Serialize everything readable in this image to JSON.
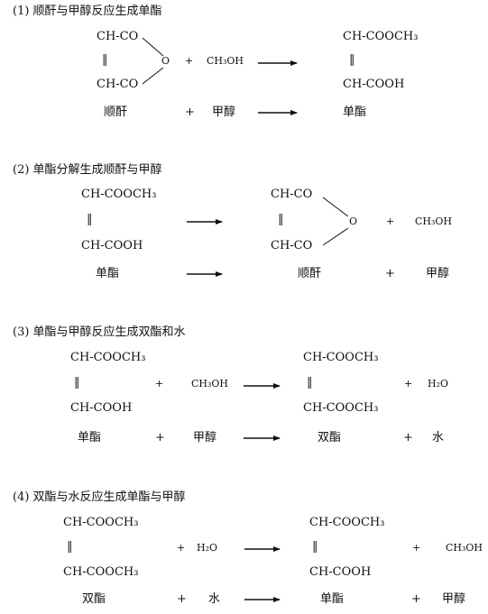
{
  "sections": [
    {
      "header": "(1)  顺酐与甲醇反应生成单酯",
      "anhydride_top": "CH-CO",
      "anhydride_bond": "‖",
      "anhydride_bottom": "CH-CO",
      "anhydride_oxygen": "O",
      "plus1": "+",
      "reagent": "CH₃OH",
      "product_top": "CH-COOCH₃",
      "product_bond": "‖",
      "product_bottom": "CH-COOH",
      "word_reactant1": "顺酐",
      "word_plus": "+",
      "word_reactant2": "甲醇",
      "word_product": "单酯"
    },
    {
      "header": "(2)  单酯分解生成顺酐与甲醇",
      "reactant_top": "CH-COOCH₃",
      "reactant_bond": "‖",
      "reactant_bottom": "CH-COOH",
      "anhydride_top": "CH-CO",
      "anhydride_bond": "‖",
      "anhydride_bottom": "CH-CO",
      "anhydride_oxygen": "O",
      "plus1": "+",
      "product2": "CH₃OH",
      "word_reactant": "单酯",
      "word_product1": "顺酐",
      "word_plus": "+",
      "word_product2": "甲醇"
    },
    {
      "header": "(3)  单酯与甲醇反应生成双酯和水",
      "reactant_top": "CH-COOCH₃",
      "reactant_bond": "‖",
      "reactant_bottom": "CH-COOH",
      "plus1": "+",
      "reagent": "CH₃OH",
      "product_top": "CH-COOCH₃",
      "product_bond": "‖",
      "product_bottom": "CH-COOCH₃",
      "plus2": "+",
      "product2": "H₂O",
      "word_reactant1": "单酯",
      "word_plus1": "+",
      "word_reactant2": "甲醇",
      "word_product1": "双酯",
      "word_plus2": "+",
      "word_product2": "水"
    },
    {
      "header": "(4)  双酯与水反应生成单酯与甲醇",
      "reactant_top": "CH-COOCH₃",
      "reactant_bond": "‖",
      "reactant_bottom": "CH-COOCH₃",
      "plus1": "+",
      "reagent": "H₂O",
      "product_top": "CH-COOCH₃",
      "product_bond": "‖",
      "product_bottom": "CH-COOH",
      "plus2": "+",
      "product2": "CH₃OH",
      "word_reactant1": "双酯",
      "word_plus1": "+",
      "word_reactant2": "水",
      "word_product1": "单酯",
      "word_plus2": "+",
      "word_product2": "甲醇"
    }
  ]
}
